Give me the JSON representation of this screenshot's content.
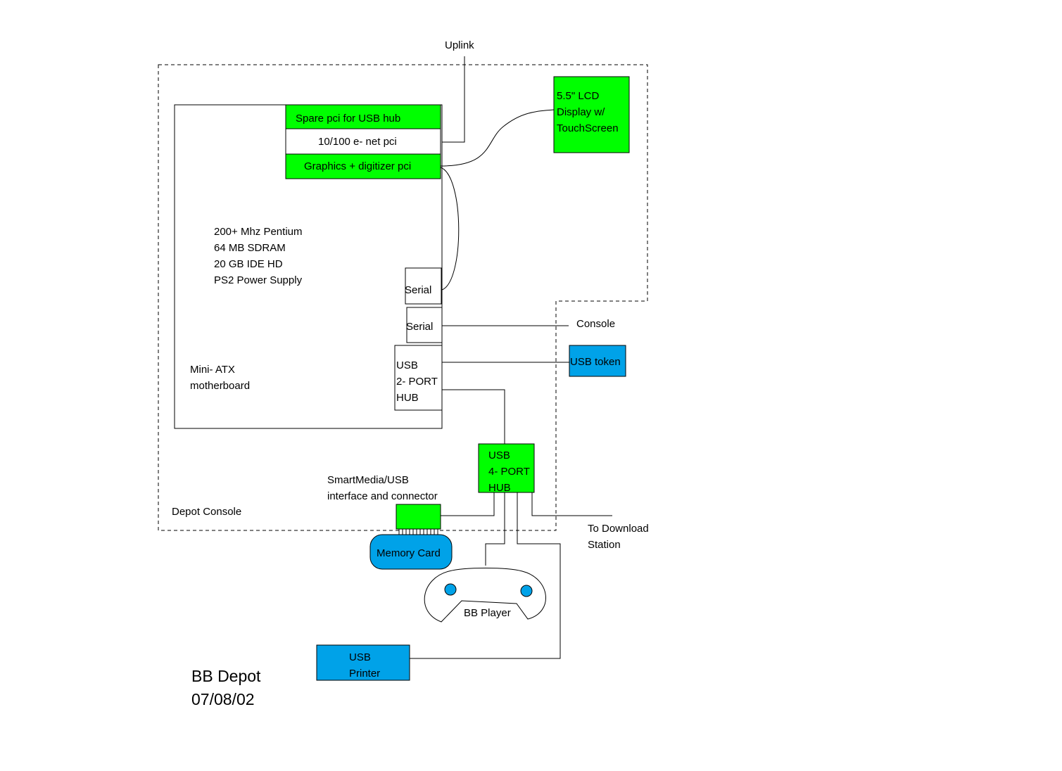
{
  "colors": {
    "green": "#00ff00",
    "blue": "#00a2e8",
    "line": "#000000",
    "background": "#ffffff"
  },
  "labels": {
    "uplink": "Uplink",
    "lcd_line1": "5.5\" LCD",
    "lcd_line2": "Display w/",
    "lcd_line3": "TouchScreen",
    "pci_spare": "Spare pci for USB hub",
    "pci_enet": "10/100 e- net  pci",
    "pci_graphics": "Graphics + digitizer pci",
    "spec_cpu": "200+ Mhz Pentium",
    "spec_ram": "64 MB SDRAM",
    "spec_hd": "20 GB IDE HD",
    "spec_psu": "PS2 Power Supply",
    "serial_1": "Serial",
    "serial_2": "Serial",
    "console": "Console",
    "board_line1": "Mini- ATX",
    "board_line2": "motherboard",
    "usb2_line1": "USB",
    "usb2_line2": "2- PORT",
    "usb2_line3": "HUB",
    "usb_token": "USB token",
    "usb4_line1": "USB",
    "usb4_line2": "4- PORT",
    "usb4_line3": "HUB",
    "smartmedia_line1": "SmartMedia/USB",
    "smartmedia_line2": "interface and connector",
    "depot_console": "Depot Console",
    "download_line1": "To Download",
    "download_line2": "Station",
    "memory_card": "Memory Card",
    "bb_player": "BB Player",
    "printer_line1": "USB",
    "printer_line2": "Printer",
    "title_line1": "BB Depot",
    "title_line2": "07/08/02"
  }
}
